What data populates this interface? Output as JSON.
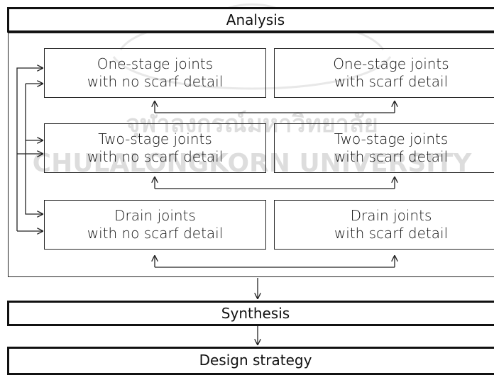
{
  "watermark": {
    "thai": "จุฬาลงกรณ์มหาวิทยาลัย",
    "english": "CHULALONGKORN UNIVERSITY"
  },
  "diagram": {
    "analysis": "Analysis",
    "synthesis": "Synthesis",
    "design_strategy": "Design strategy",
    "rows": [
      {
        "left": {
          "line1": "One-stage joints",
          "line2": "with no scarf detail"
        },
        "right": {
          "line1": "One-stage joints",
          "line2": "with scarf detail"
        }
      },
      {
        "left": {
          "line1": "Two-stage joints",
          "line2": "with no scarf detail"
        },
        "right": {
          "line1": "Two-stage joints",
          "line2": "with scarf detail"
        }
      },
      {
        "left": {
          "line1": "Drain joints",
          "line2": "with no scarf detail"
        },
        "right": {
          "line1": "Drain joints",
          "line2": "with scarf detail"
        }
      }
    ]
  }
}
